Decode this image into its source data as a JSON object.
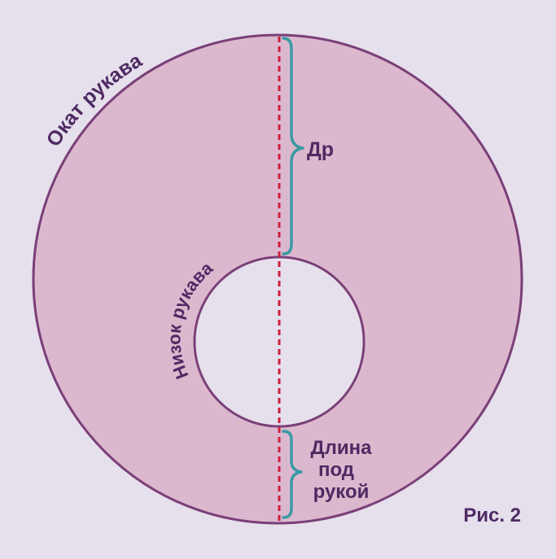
{
  "labels": {
    "outer_edge": "Окат рукава",
    "inner_edge": "Низок рукава",
    "upper_measure": "Др",
    "lower_measure_line1": "Длина",
    "lower_measure_line2": "под",
    "lower_measure_line3": "рукой",
    "figure_caption": "Рис. 2"
  },
  "colors": {
    "background": "#e6dfec",
    "ring_fill": "#dcb8cf",
    "outline": "#7a3f78",
    "center_line": "#cc1f3c",
    "brace": "#3a9aa1",
    "text": "#4e2a63"
  }
}
